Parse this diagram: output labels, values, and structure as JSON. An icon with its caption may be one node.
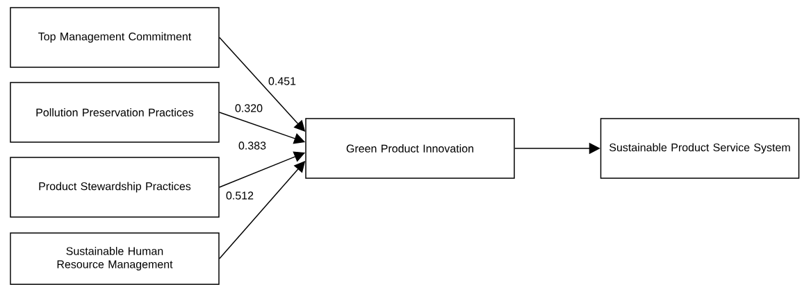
{
  "diagram": {
    "nodes": [
      {
        "text": [
          "Top Management Commitment"
        ]
      },
      {
        "text": [
          "Pollution Preservation Practices"
        ]
      },
      {
        "text": [
          "Product Stewardship Practices"
        ]
      },
      {
        "text": [
          "Sustainable Human Resource Management"
        ]
      },
      {
        "text": [
          "Green Product Innovation"
        ]
      },
      {
        "text": [
          "Sustainable Product Service System"
        ]
      }
    ],
    "edges": [
      {
        "from": 0,
        "to": 4,
        "arrow": "to",
        "label": "0.451"
      },
      {
        "from": 1,
        "to": 4,
        "arrow": "to",
        "label": "0.320"
      },
      {
        "from": 2,
        "to": 4,
        "arrow": "to",
        "label": "0.383"
      },
      {
        "from": 3,
        "to": 4,
        "arrow": "to",
        "label": "0.512"
      },
      {
        "from": 4,
        "to": 5,
        "arrow": "to"
      }
    ]
  }
}
